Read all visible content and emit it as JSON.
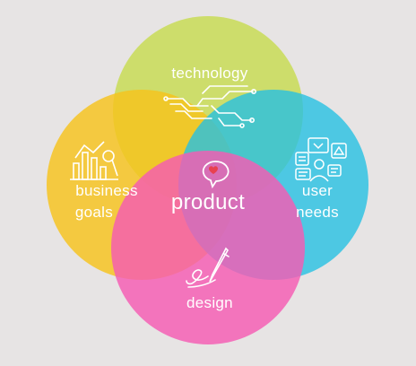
{
  "diagram": {
    "center_label": "product",
    "circles": [
      {
        "id": "technology",
        "label": "technology",
        "color": "#c9dc5a"
      },
      {
        "id": "business",
        "label_line1": "business",
        "label_line2": "goals",
        "color": "#f7c31c"
      },
      {
        "id": "user",
        "label_line1": "user",
        "label_line2": "needs",
        "color": "#27c0e2"
      },
      {
        "id": "design",
        "label": "design",
        "color": "#f55bb3"
      }
    ],
    "icons": {
      "technology": "circuit-icon",
      "business": "bar-chart-icon",
      "user": "user-feedback-icon",
      "design": "pen-icon",
      "product": "heart-chat-icon"
    },
    "background": "#e7e4e4"
  }
}
